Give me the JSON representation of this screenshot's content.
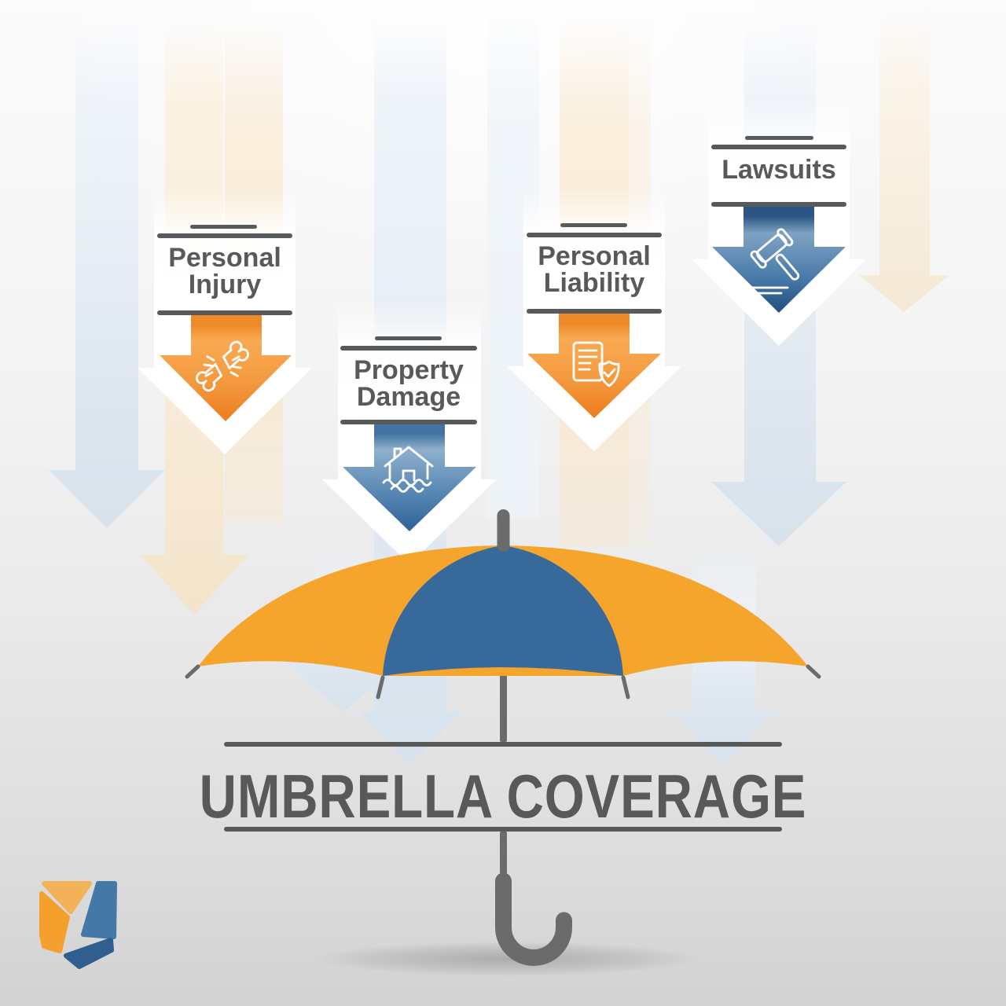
{
  "title": {
    "text": "UMBRELLA COVERAGE"
  },
  "risks": [
    {
      "label_lines": [
        "Personal",
        "Injury"
      ],
      "icon": "broken-bone-icon",
      "theme": "orange"
    },
    {
      "label_lines": [
        "Property",
        "Damage"
      ],
      "icon": "flooded-house-icon",
      "theme": "blue"
    },
    {
      "label_lines": [
        "Personal",
        "Liability"
      ],
      "icon": "document-shield-icon",
      "theme": "orange"
    },
    {
      "label_lines": [
        "Lawsuits"
      ],
      "icon": "gavel-icon",
      "theme": "navy"
    }
  ],
  "umbrella": {
    "canopy_colors": [
      "#F5A42C",
      "#38699B"
    ],
    "frame_color": "#6A6B6D"
  },
  "logo": {
    "icon": "brand-shield-logo"
  },
  "colors": {
    "text-gray": "#58595B",
    "line-gray": "#58595B",
    "orange-band": "#EE8A28",
    "orange-light": "#F9AA53",
    "orange-deep": "#ED7D1E",
    "blue-band": "#4273A3",
    "blue-light": "#8FB0CC",
    "blue-deep": "#2E6195",
    "navy-band": "#2C5586",
    "navy-light": "#7FA3C2",
    "navy-deep": "#1F4E7F",
    "bg-cream": "#F7E9D2",
    "bg-blue": "#DDE7F0",
    "canopy-orange": "#F5A42C",
    "canopy-blue": "#38699B",
    "frame-gray": "#6A6B6D",
    "logo-orange-light": "#F3B158",
    "logo-orange": "#F5A02D",
    "logo-blue": "#4478A6",
    "logo-blue-dark": "#2F5E8F"
  }
}
